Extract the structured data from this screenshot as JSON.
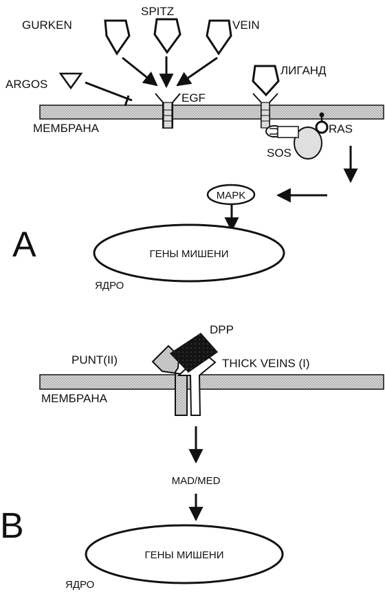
{
  "panel_a": {
    "letter": "A",
    "ligands": {
      "gurken": "GURKEN",
      "spitz": "SPITZ",
      "vein": "VEIN"
    },
    "inhibitor": "ARGOS",
    "receptor": "EGF",
    "ligand_right": "ЛИГАНД",
    "membrane": "МЕМБРАНА",
    "sos": "SOS",
    "ras": "RAS",
    "mapk": "MAPK",
    "target_genes": "ГЕНЫ МИШЕНИ",
    "nucleus": "ЯДРО"
  },
  "panel_b": {
    "letter": "B",
    "ligand": "DPP",
    "receptor_type2": "PUNT(II)",
    "receptor_type1": "THICK VEINS (I)",
    "membrane": "МЕМБРАНА",
    "transducer": "MAD/MED",
    "target_genes": "ГЕНЫ МИШЕНИ",
    "nucleus": "ЯДРО"
  },
  "colors": {
    "ink": "#111111",
    "membrane_fill": "#cfcfcf",
    "receptor_fill": "#dcdcdc",
    "punt_fill": "#c8c8c8",
    "dpp_fill": "#141414",
    "background": "#ffffff"
  }
}
